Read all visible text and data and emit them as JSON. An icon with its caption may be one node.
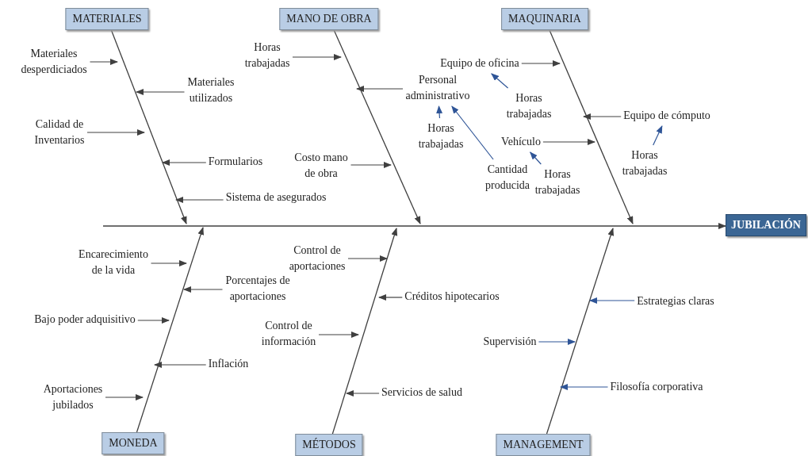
{
  "diagram": {
    "nodes": [
      {
        "text": [
          "MATERIALES"
        ]
      },
      {
        "text": [
          "MANO DE OBRA"
        ]
      },
      {
        "text": [
          "MAQUINARIA"
        ]
      },
      {
        "text": [
          "JUBILACIÓN"
        ]
      },
      {
        "text": [
          "MONEDA"
        ]
      },
      {
        "text": [
          "MÉTODOS"
        ]
      },
      {
        "text": [
          "MANAGEMENT"
        ]
      },
      {
        "text": [
          "Materiales desperdiciados"
        ]
      },
      {
        "text": [
          "Materiales utilizados"
        ]
      },
      {
        "text": [
          "Calidad de Inventarios"
        ]
      },
      {
        "text": [
          "Formularios"
        ]
      },
      {
        "text": [
          "Sistema de asegurados"
        ]
      },
      {
        "text": [
          "Horas trabajadas"
        ]
      },
      {
        "text": [
          "Personal administrativo"
        ]
      },
      {
        "text": [
          "Horas trabajadas"
        ]
      },
      {
        "text": [
          "Cantidad producida"
        ]
      },
      {
        "text": [
          "Costo mano de obra"
        ]
      },
      {
        "text": [
          "Equipo de oficina"
        ]
      },
      {
        "text": [
          "Horas trabajadas"
        ]
      },
      {
        "text": [
          "Equipo de cómputo"
        ]
      },
      {
        "text": [
          "Vehículo"
        ]
      },
      {
        "text": [
          "Horas trabajadas"
        ]
      },
      {
        "text": [
          "Horas trabajadas"
        ]
      },
      {
        "text": [
          "Encarecimiento de la vida"
        ]
      },
      {
        "text": [
          "Porcentajes de aportaciones"
        ]
      },
      {
        "text": [
          "Bajo poder adquisitivo"
        ]
      },
      {
        "text": [
          "Inflación"
        ]
      },
      {
        "text": [
          "Aportaciones jubilados"
        ]
      },
      {
        "text": [
          "Control de aportaciones"
        ]
      },
      {
        "text": [
          "Créditos hipotecarios"
        ]
      },
      {
        "text": [
          "Control de información"
        ]
      },
      {
        "text": [
          "Servicios de salud"
        ]
      },
      {
        "text": [
          "Estrategias claras"
        ]
      },
      {
        "text": [
          "Supervisión"
        ]
      },
      {
        "text": [
          "Filosofía corporativa"
        ]
      }
    ],
    "edges": [
      {
        "from": null,
        "to": 3,
        "arrow": "to"
      },
      {
        "from": 0,
        "to": null,
        "arrow": "to"
      },
      {
        "from": 1,
        "to": null,
        "arrow": "to"
      },
      {
        "from": 2,
        "to": null,
        "arrow": "to"
      },
      {
        "from": 4,
        "to": null,
        "arrow": "to"
      },
      {
        "from": 5,
        "to": null,
        "arrow": "to"
      },
      {
        "from": 6,
        "to": null,
        "arrow": "to"
      },
      {
        "from": 7,
        "to": null,
        "arrow": "to"
      },
      {
        "from": 8,
        "to": null,
        "arrow": "to"
      },
      {
        "from": 9,
        "to": null,
        "arrow": "to"
      },
      {
        "from": 10,
        "to": null,
        "arrow": "to"
      },
      {
        "from": 11,
        "to": null,
        "arrow": "to"
      },
      {
        "from": 12,
        "to": null,
        "arrow": "to"
      },
      {
        "from": 13,
        "to": null,
        "arrow": "to"
      },
      {
        "from": 14,
        "to": 13,
        "arrow": "to",
        "color": "#2f5597"
      },
      {
        "from": 15,
        "to": 13,
        "arrow": "to",
        "color": "#2f5597"
      },
      {
        "from": 16,
        "to": null,
        "arrow": "to"
      },
      {
        "from": 17,
        "to": null,
        "arrow": "to"
      },
      {
        "from": 18,
        "to": 17,
        "arrow": "to",
        "color": "#2f5597"
      },
      {
        "from": 19,
        "to": null,
        "arrow": "to"
      },
      {
        "from": 20,
        "to": null,
        "arrow": "to"
      },
      {
        "from": 21,
        "to": 20,
        "arrow": "to",
        "color": "#2f5597"
      },
      {
        "from": 22,
        "to": 19,
        "arrow": "to",
        "color": "#2f5597"
      },
      {
        "from": 23,
        "to": null,
        "arrow": "to"
      },
      {
        "from": 24,
        "to": null,
        "arrow": "to"
      },
      {
        "from": 25,
        "to": null,
        "arrow": "to"
      },
      {
        "from": 26,
        "to": null,
        "arrow": "to"
      },
      {
        "from": 27,
        "to": null,
        "arrow": "to"
      },
      {
        "from": 28,
        "to": null,
        "arrow": "to"
      },
      {
        "from": 29,
        "to": null,
        "arrow": "to"
      },
      {
        "from": 30,
        "to": null,
        "arrow": "to"
      },
      {
        "from": 31,
        "to": null,
        "arrow": "to"
      },
      {
        "from": 32,
        "to": null,
        "arrow": "to",
        "color": "#2f5597"
      },
      {
        "from": 33,
        "to": null,
        "arrow": "to",
        "color": "#2f5597"
      },
      {
        "from": 34,
        "to": null,
        "arrow": "to",
        "color": "#2f5597"
      }
    ]
  }
}
